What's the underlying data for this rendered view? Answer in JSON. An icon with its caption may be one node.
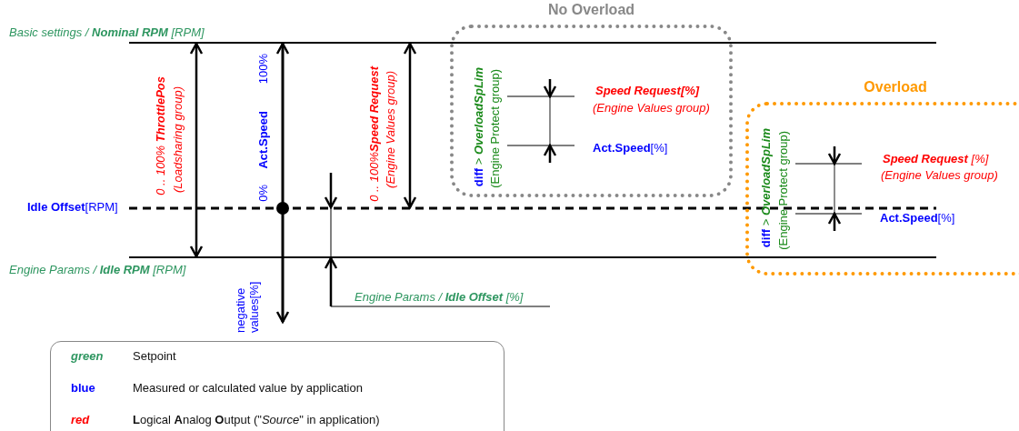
{
  "diagram": {
    "nodes": [
      {
        "text": [
          "No Overload",
          "**diff** > *OverloadSpLim*",
          "(Engine Protect group)",
          "**Speed Request**[%]",
          "(Engine Values group)",
          "**Act.Speed**[%]"
        ]
      },
      {
        "text": [
          "Overload",
          "**diff** > *OverloadSpLim*",
          "(Engine Protect group)",
          "**Speed Request** [%]",
          "(Engine Values group)",
          "**Act.Speed**[%]"
        ]
      }
    ],
    "labels": [
      "Basic settings / **Nominal RPM** [RPM]",
      "**Idle Offset**[RPM]",
      "Engine Params / **Idle RPM** [RPM]",
      "0 .. 100% **ThrottlePos**",
      "(Loadsharing group)",
      "100%",
      "Act.Speed",
      "0%",
      "negative values[%]",
      "0 .. 100%**Speed Request**",
      "(Engine Values group)",
      "Engine Params / **Idle Offset** [%]",
      "green",
      "blue",
      "red"
    ],
    "legend": [
      {
        "text": "Setpoint",
        "color": "#2e9660"
      },
      {
        "text": "Measured or calculated value by application",
        "color": "#0000ff"
      },
      {
        "text": "**L**ogical **A**nalog **O**utput (\"*Source*\" in application)",
        "color": "#ff0000"
      }
    ]
  }
}
